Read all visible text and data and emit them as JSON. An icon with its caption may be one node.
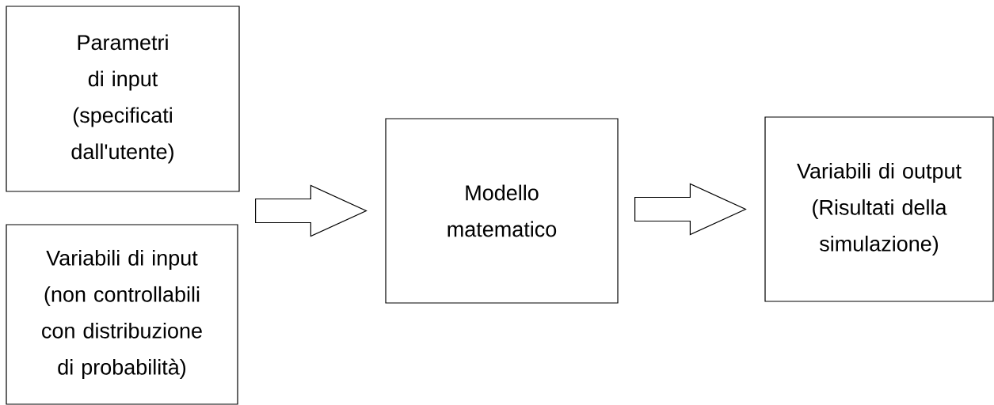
{
  "diagram": {
    "nodes": [
      {
        "text": [
          "Parametri di input (specificati dall'utente)"
        ]
      },
      {
        "text": [
          "Variabili di input (non controllabili con distribuzione di probabilità)"
        ]
      },
      {
        "text": [
          "Modello matematico"
        ]
      },
      {
        "text": [
          "Variabili di output (Risultati della simulazione)"
        ]
      }
    ],
    "edges": [
      {
        "from": 0,
        "to": 2,
        "arrow": "to"
      },
      {
        "from": 1,
        "to": 2,
        "arrow": "to"
      },
      {
        "from": 2,
        "to": 3,
        "arrow": "to"
      }
    ]
  }
}
